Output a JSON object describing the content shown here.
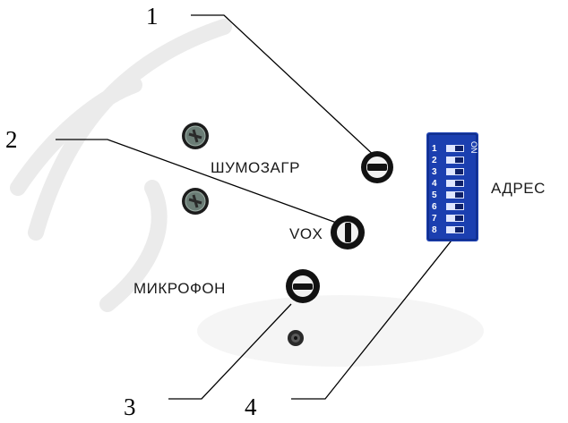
{
  "callouts": {
    "n1": "1",
    "n2": "2",
    "n3": "3",
    "n4": "4"
  },
  "panel": {
    "squelch_label": "ШУМОЗАГР",
    "vox_label": "VOX",
    "mic_label": "МИКРОФОН",
    "address_label": "АДРЕС",
    "dip_on": "ON",
    "dip_numbers": [
      "1",
      "2",
      "3",
      "4",
      "5",
      "6",
      "7",
      "8"
    ]
  },
  "colors": {
    "dip_switch": "#1b3fb0",
    "knob": "#111111",
    "line": "#000000"
  },
  "icons": [
    "screw-icon",
    "potentiometer-icon",
    "dip-switch-icon",
    "led-icon"
  ]
}
